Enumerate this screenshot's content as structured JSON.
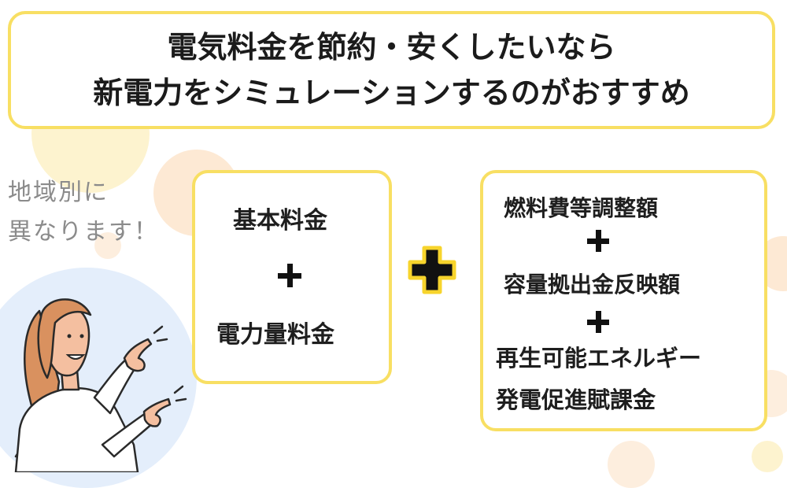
{
  "title": {
    "line1": "電気料金を節約・安くしたいなら",
    "line2": "新電力をシミュレーションするのがおすすめ"
  },
  "note": {
    "line1": "地域別に",
    "line2": "異なります！"
  },
  "left_box": {
    "item1": "基本料金",
    "item2": "電力量料金"
  },
  "right_box": {
    "item1": "燃料費等調整額",
    "item2": "容量拠出金反映額",
    "item3": "再生可能エネルギー",
    "item4": "発電促進賦課金"
  },
  "colors": {
    "border_yellow": "#f8df63",
    "plus_yellow": "#f7d42c",
    "bubble_blue": "#e4eefb",
    "bubble_peach": "#fde9d4",
    "text_dark": "#1b1b1b",
    "text_gray": "#8b8b8b"
  }
}
